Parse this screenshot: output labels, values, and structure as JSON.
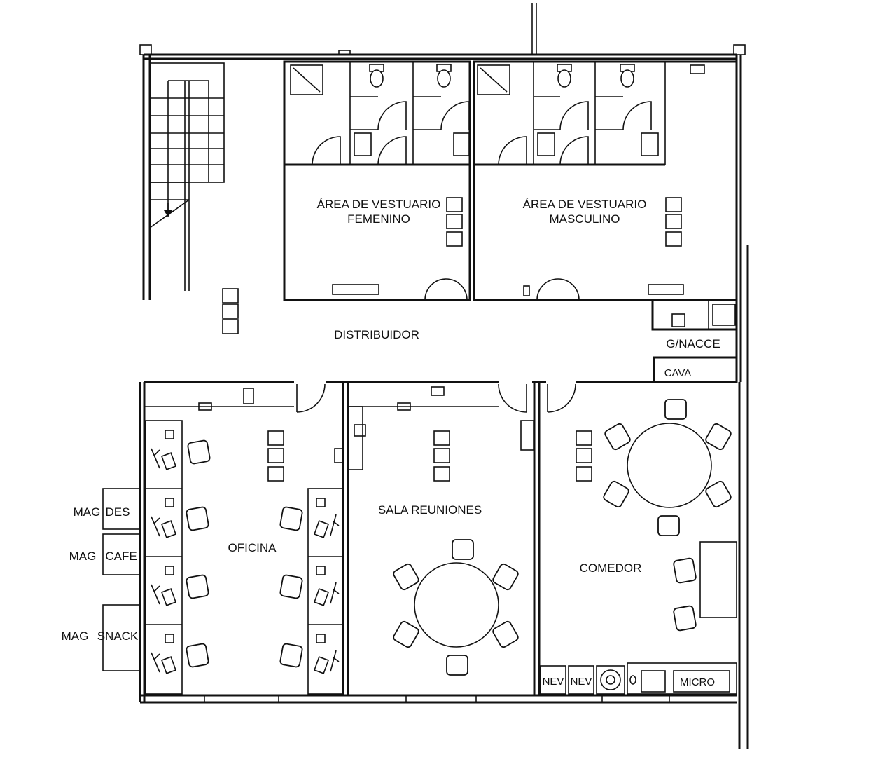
{
  "rooms": {
    "vestuario_fem_1": "ÁREA DE VESTUARIO",
    "vestuario_fem_2": "FEMENINO",
    "vestuario_masc_1": "ÁREA DE VESTUARIO",
    "vestuario_masc_2": "MASCULINO",
    "distribuidor": "DISTRIBUIDOR",
    "gnacce": "G/NACCE",
    "cava": "CAVA",
    "oficina": "OFICINA",
    "sala_reuniones": "SALA REUNIONES",
    "comedor": "COMEDOR"
  },
  "machines": {
    "mag1": "MAG",
    "des": "DES",
    "mag2": "MAG",
    "cafe": "CAFE",
    "mag3": "MAG",
    "snack": "SNACK"
  },
  "appliances": {
    "nev1": "NEV",
    "nev2": "NEV",
    "micro": "MICRO"
  }
}
